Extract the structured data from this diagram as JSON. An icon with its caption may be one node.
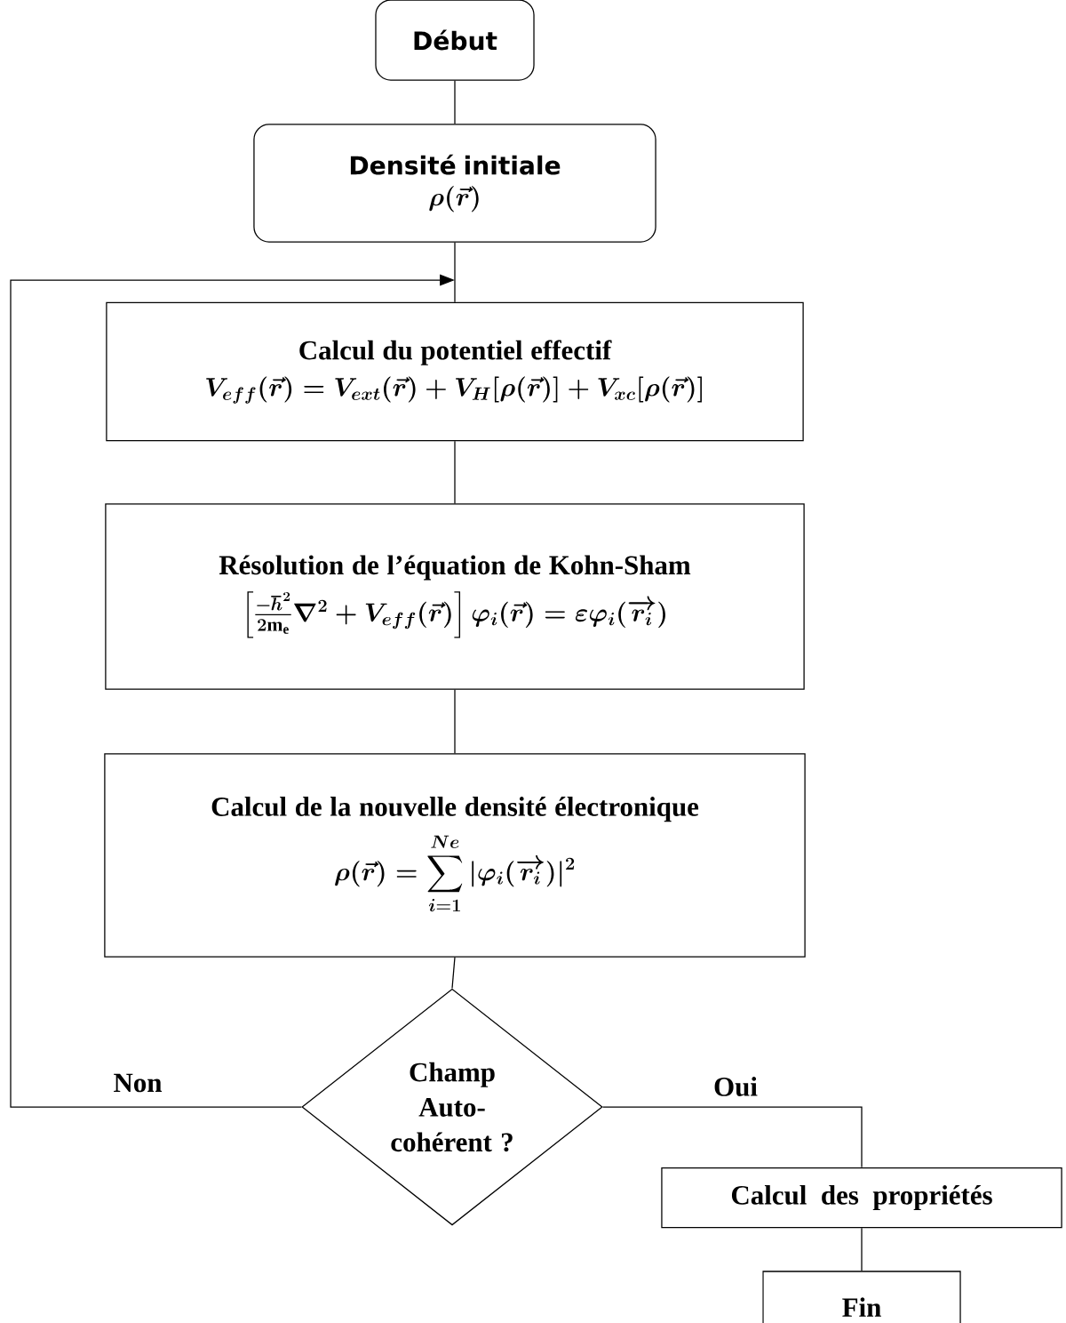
{
  "diagram": {
    "nodes": [
      {
        "text": [
          "Début"
        ]
      },
      {
        "text": [
          "Densité initiale",
          "\\rho(\\vec{r})"
        ]
      },
      {
        "text": [
          "Calcul du potentiel effectif",
          "V_{eff}(\\vec{r}) = V_{ext}(\\vec{r}) + V_{H}[\\rho(\\vec{r})] + V_{xc}[\\rho(\\vec{r})]"
        ]
      },
      {
        "text": [
          "Résolution de l’équation de Kohn-Sham",
          "\\left[\\frac{-\\hbar^{2}}{2\\mathrm{m_e}}\\nabla^{2} + V_{eff}(\\vec{r})\\right]\\varphi_{i}(\\vec{r}) = \\varepsilon\\varphi_{i}(\\overrightarrow{r_{i}})"
        ]
      },
      {
        "text": [
          "Calcul de la nouvelle densité électronique",
          "\\rho(\\vec{r}) = \\sum_{i=1}^{Ne}|\\varphi_{i}(\\overrightarrow{r_{i}})|^{2}"
        ]
      },
      {
        "text": [
          "Champ Auto-cohérent ?"
        ]
      },
      {
        "text": [
          "Calcul des propriétés"
        ]
      },
      {
        "text": [
          "Fin"
        ]
      }
    ],
    "edges": [
      {
        "from": 0,
        "to": 1,
        "arrow": "none"
      },
      {
        "from": 1,
        "to": 2,
        "arrow": "none"
      },
      {
        "from": 2,
        "to": 3,
        "arrow": "none"
      },
      {
        "from": 3,
        "to": 4,
        "arrow": "none"
      },
      {
        "from": 4,
        "to": 5,
        "arrow": "none"
      },
      {
        "from": 5,
        "to": 2,
        "arrow": "to",
        "label": "Non"
      },
      {
        "from": 5,
        "to": 6,
        "arrow": "none",
        "label": "Oui"
      },
      {
        "from": 6,
        "to": 7,
        "arrow": "none"
      }
    ]
  }
}
